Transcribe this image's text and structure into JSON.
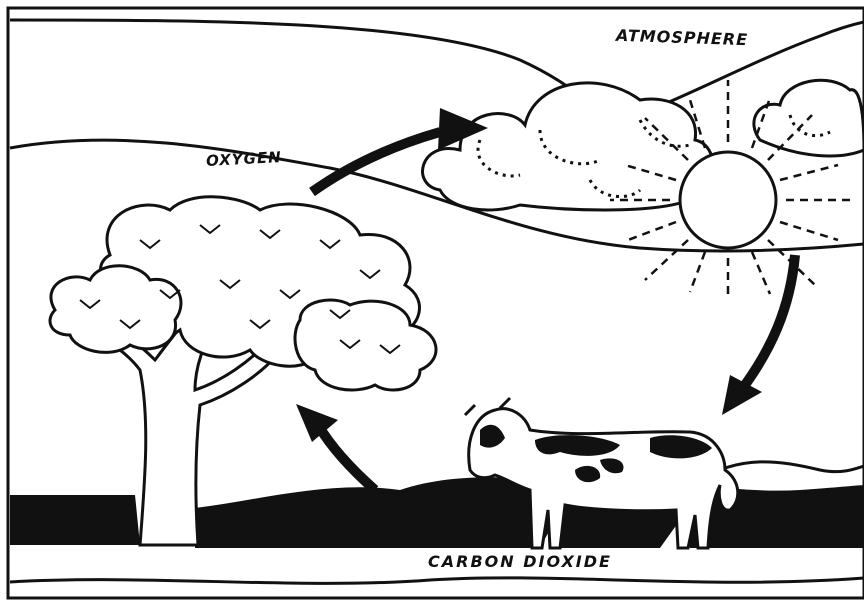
{
  "labels": {
    "atmosphere": "ATMOSPHERE",
    "oxygen": "OXYGEN",
    "carbon_dioxide": "CARBON DIOXIDE"
  },
  "icons": {
    "sun": "sun-icon",
    "clouds": "cloud-icon",
    "tree": "tree-icon",
    "cow": "cow-icon",
    "arrows": "arrow-icon"
  },
  "colors": {
    "ink": "#111111",
    "paper": "#ffffff"
  }
}
